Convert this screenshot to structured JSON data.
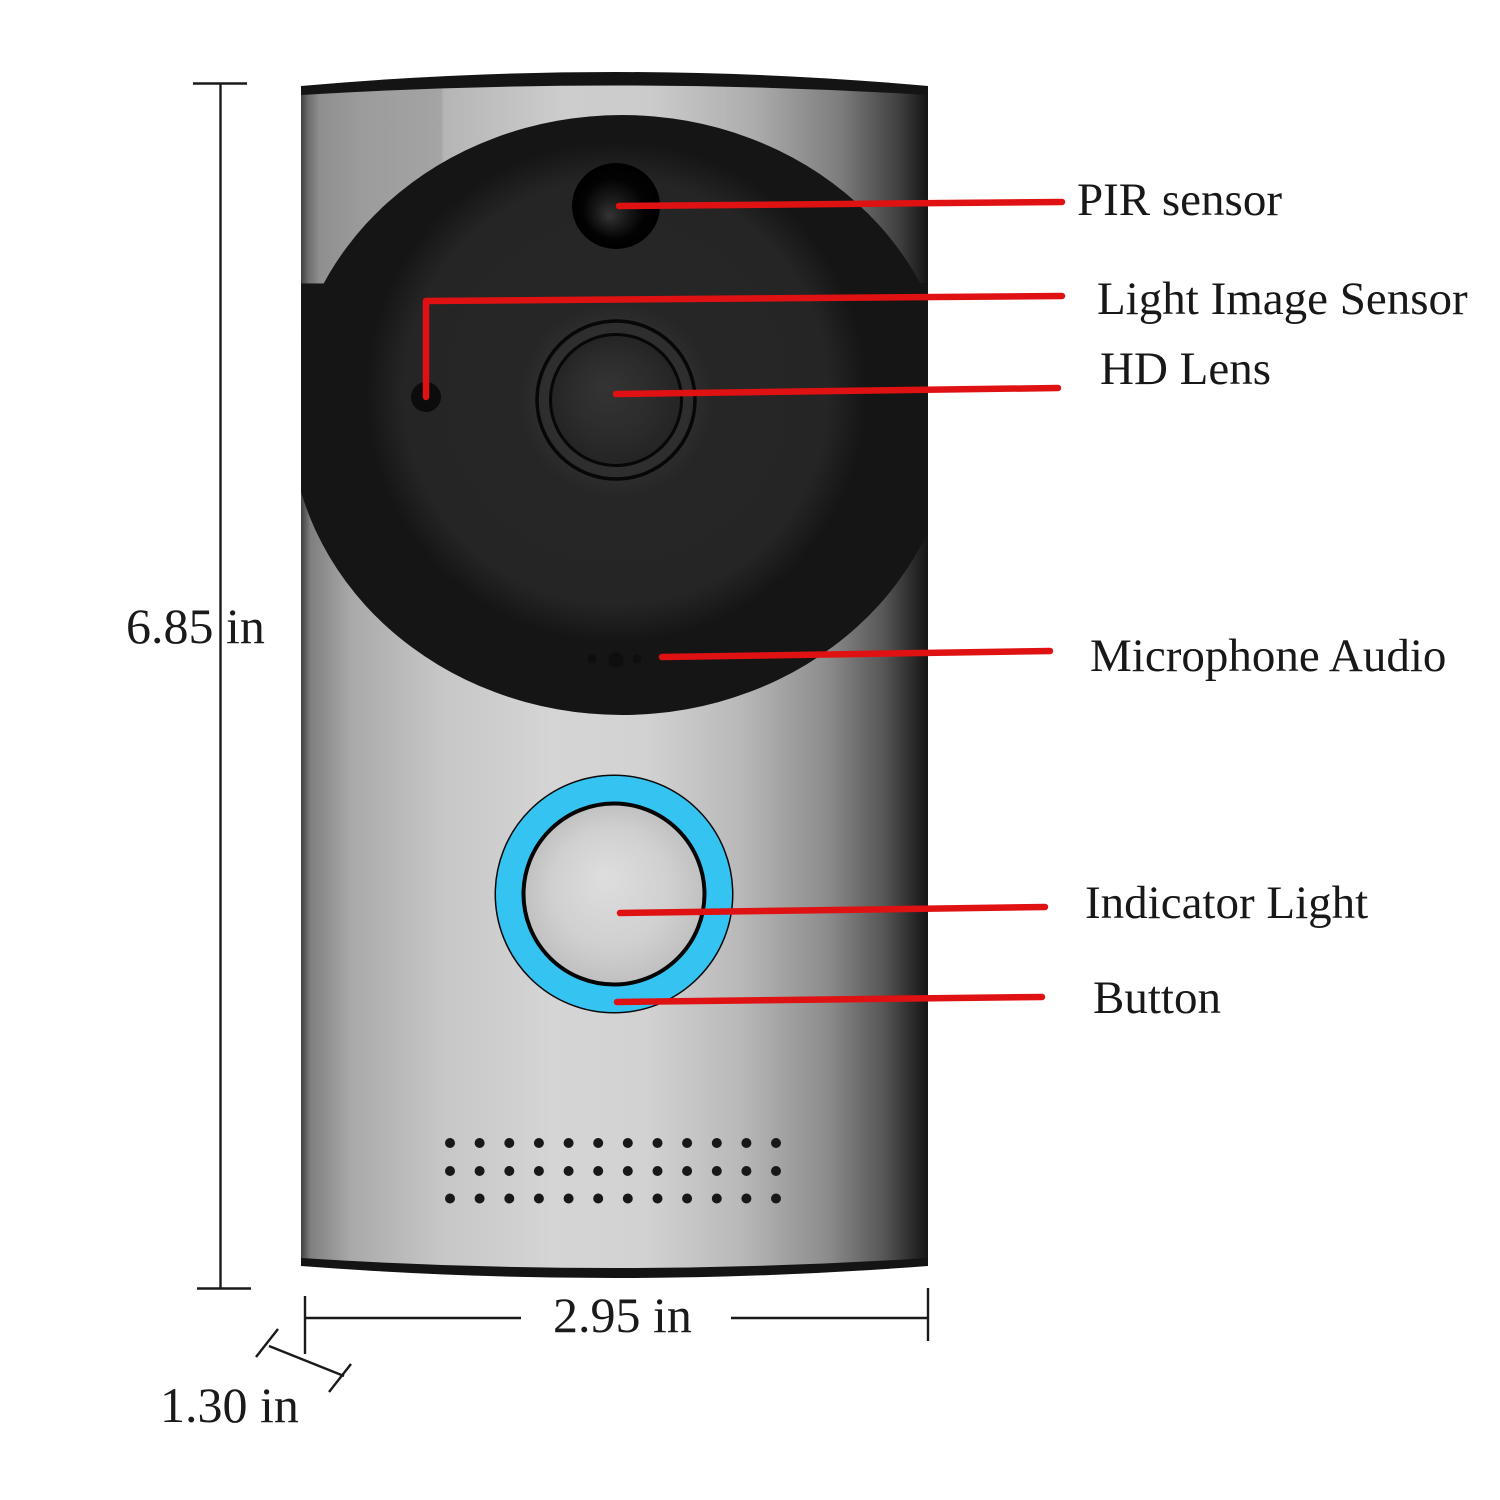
{
  "figure": {
    "callouts": {
      "pir_sensor": "PIR sensor",
      "light_image_sensor": "Light Image Sensor",
      "hd_lens": "HD Lens",
      "microphone_audio": "Microphone Audio",
      "indicator_light": "Indicator Light",
      "button": "Button"
    },
    "dimensions": {
      "height": "6.85 in",
      "width": "2.95 in",
      "depth": "1.30 in"
    },
    "colors": {
      "callout_line_red": "#e01112",
      "indicator_ring_blue": "#35c4f2",
      "body_silver": "#cfcfcf",
      "camera_black": "#151515",
      "dimension_line": "#1a1a1a",
      "background": "#ffffff"
    }
  }
}
